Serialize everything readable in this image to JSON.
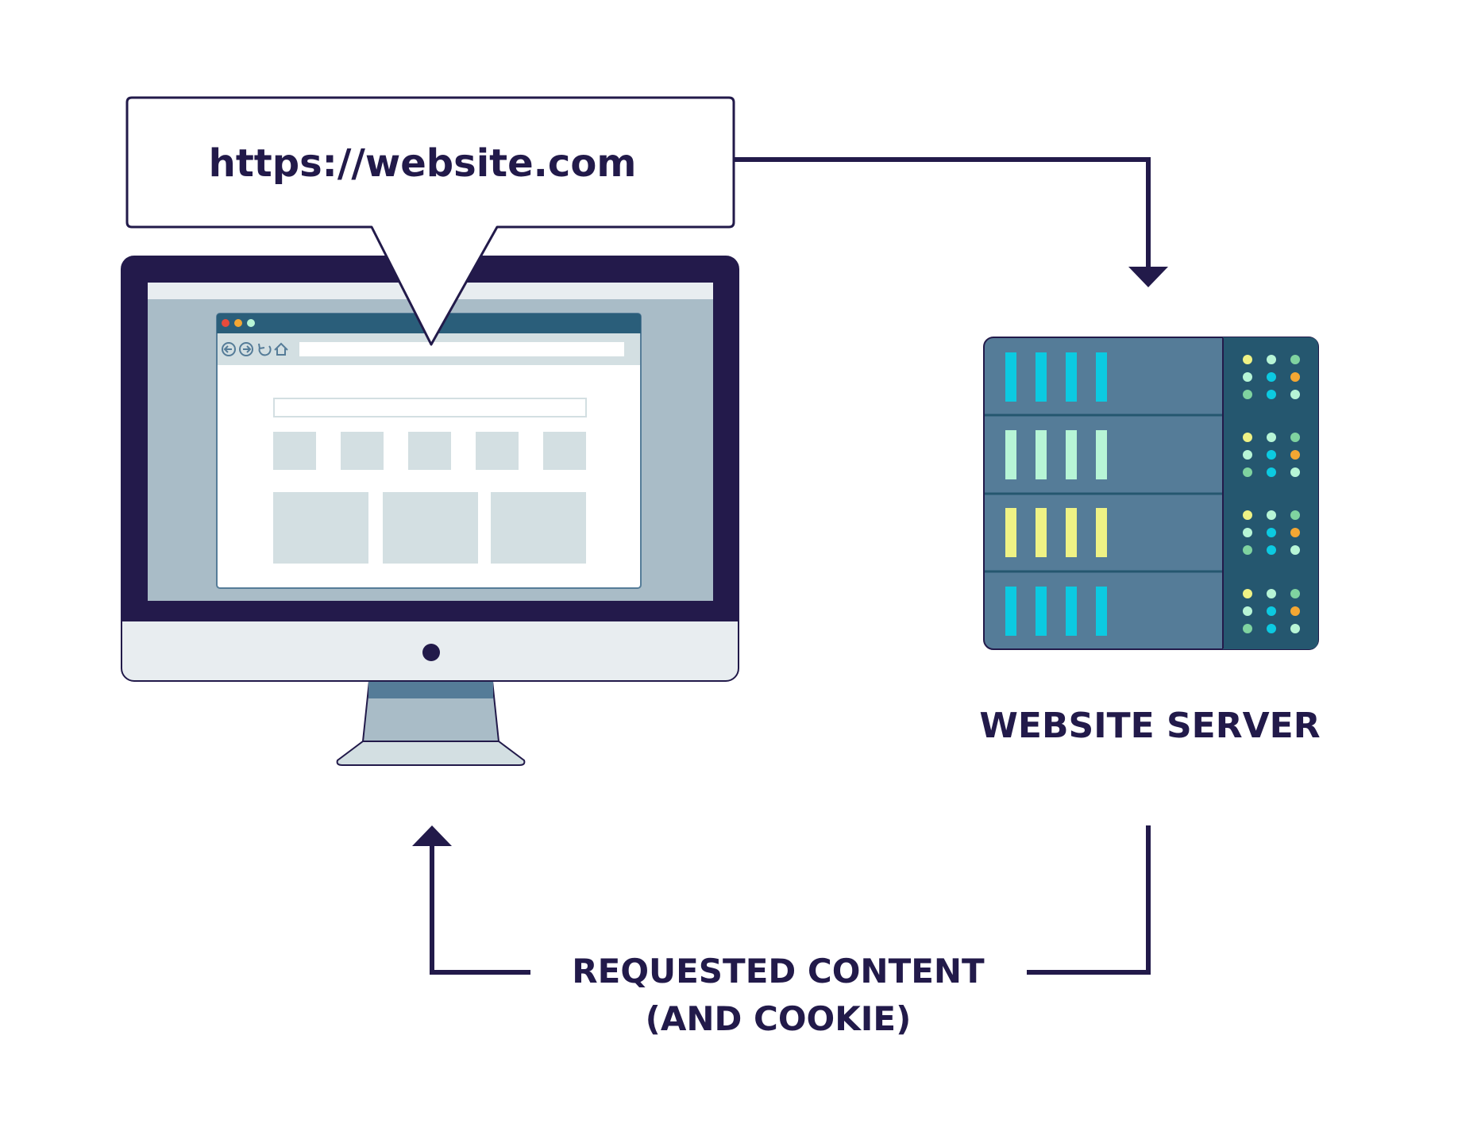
{
  "url_bubble": {
    "text": "https://website.com"
  },
  "server": {
    "label": "WEBSITE SERVER"
  },
  "response": {
    "line1": "REQUESTED CONTENT",
    "line2": "(AND COOKIE)"
  },
  "colors": {
    "ink": "#221a4a",
    "monitor_bezel": "#231a4b",
    "screen_bg": "#a9bcc7",
    "browser_bar": "#2a5e7a",
    "placeholder": "#d3dfe2",
    "server_panel": "#557c98",
    "server_dots_panel": "#25576f",
    "cyan": "#0ccae1",
    "mint": "#b7f5d6",
    "yellow": "#eff285",
    "orange": "#f4a733",
    "green_dot": "#7fd3a0"
  },
  "icons": [
    "back-icon",
    "forward-icon",
    "reload-icon",
    "home-icon"
  ]
}
